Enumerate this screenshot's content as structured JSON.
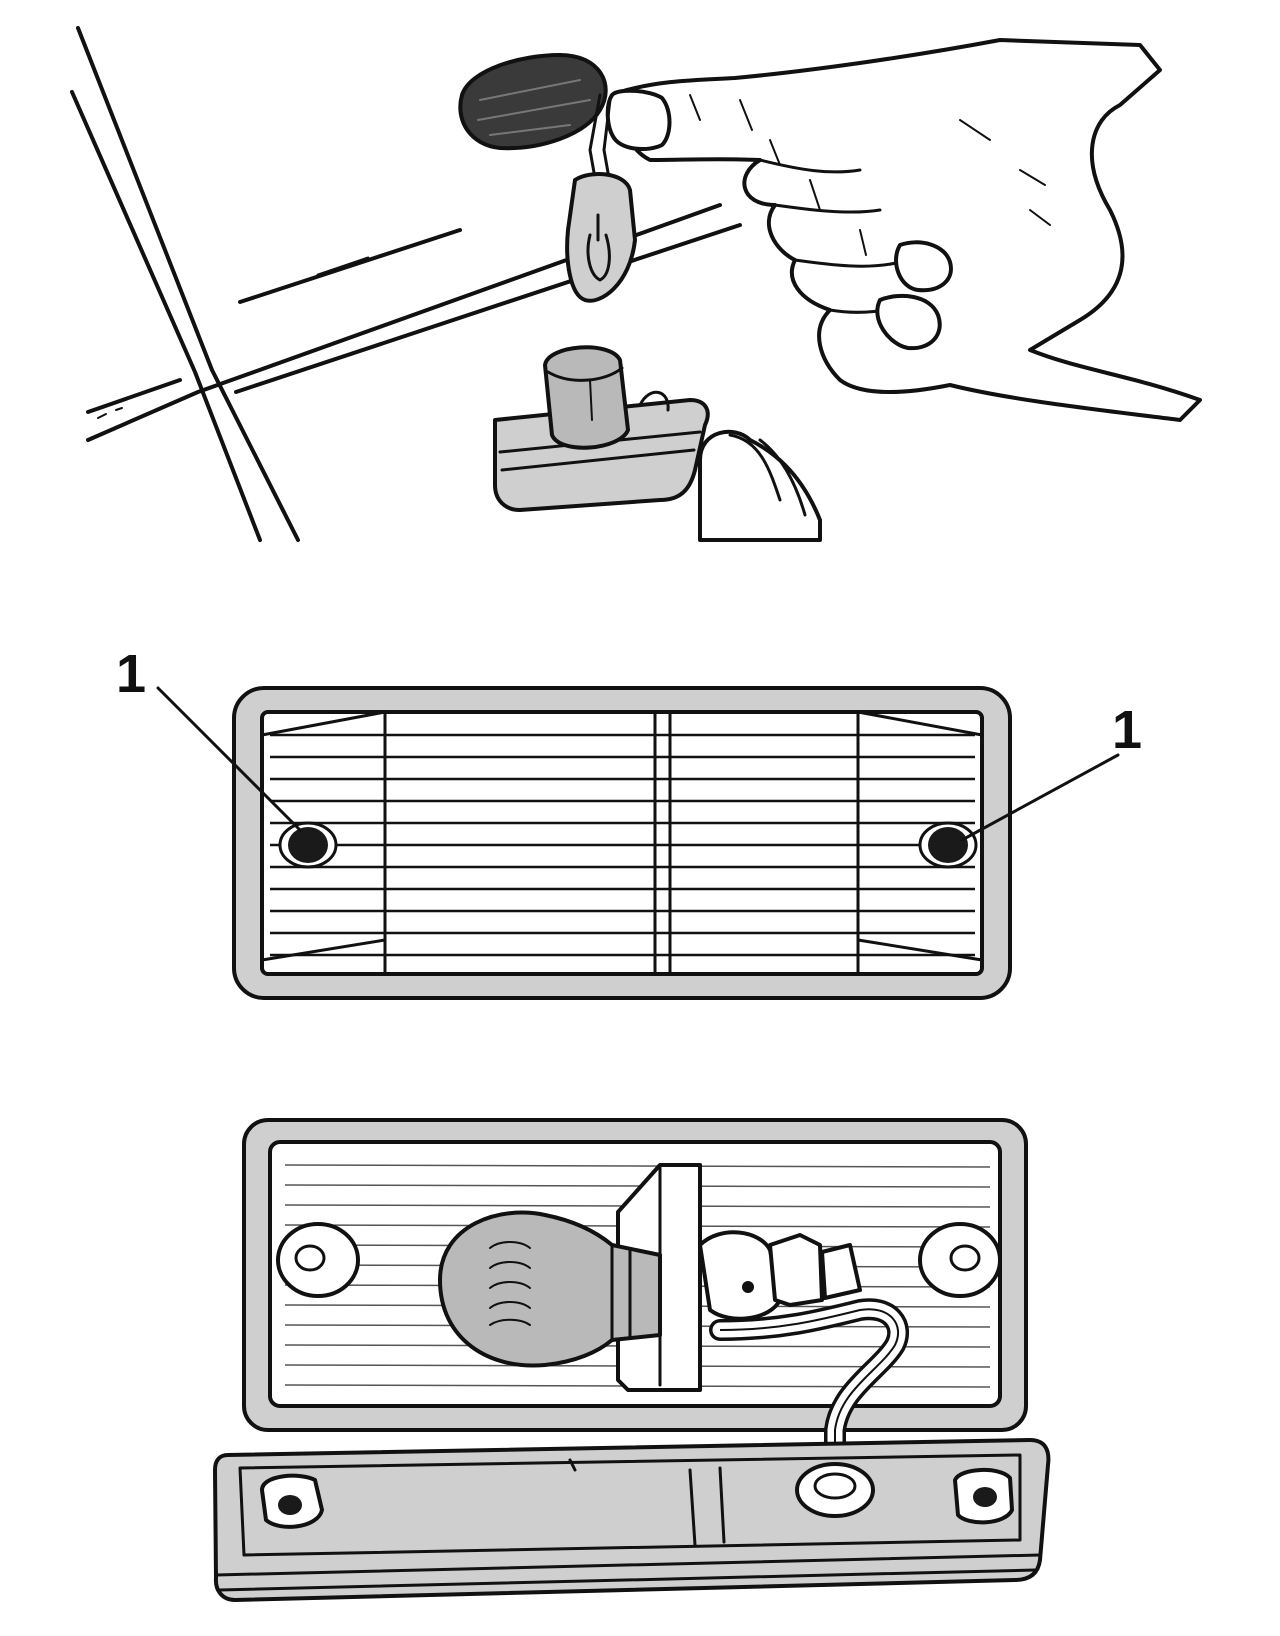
{
  "figure": {
    "callouts": [
      {
        "id": "left",
        "label": "1"
      },
      {
        "id": "right",
        "label": "1"
      }
    ],
    "colors": {
      "ink": "#111111",
      "shade": "#b9b9b9",
      "light_shade": "#cfcfcf",
      "dark_shade": "#3a3a3a"
    }
  }
}
